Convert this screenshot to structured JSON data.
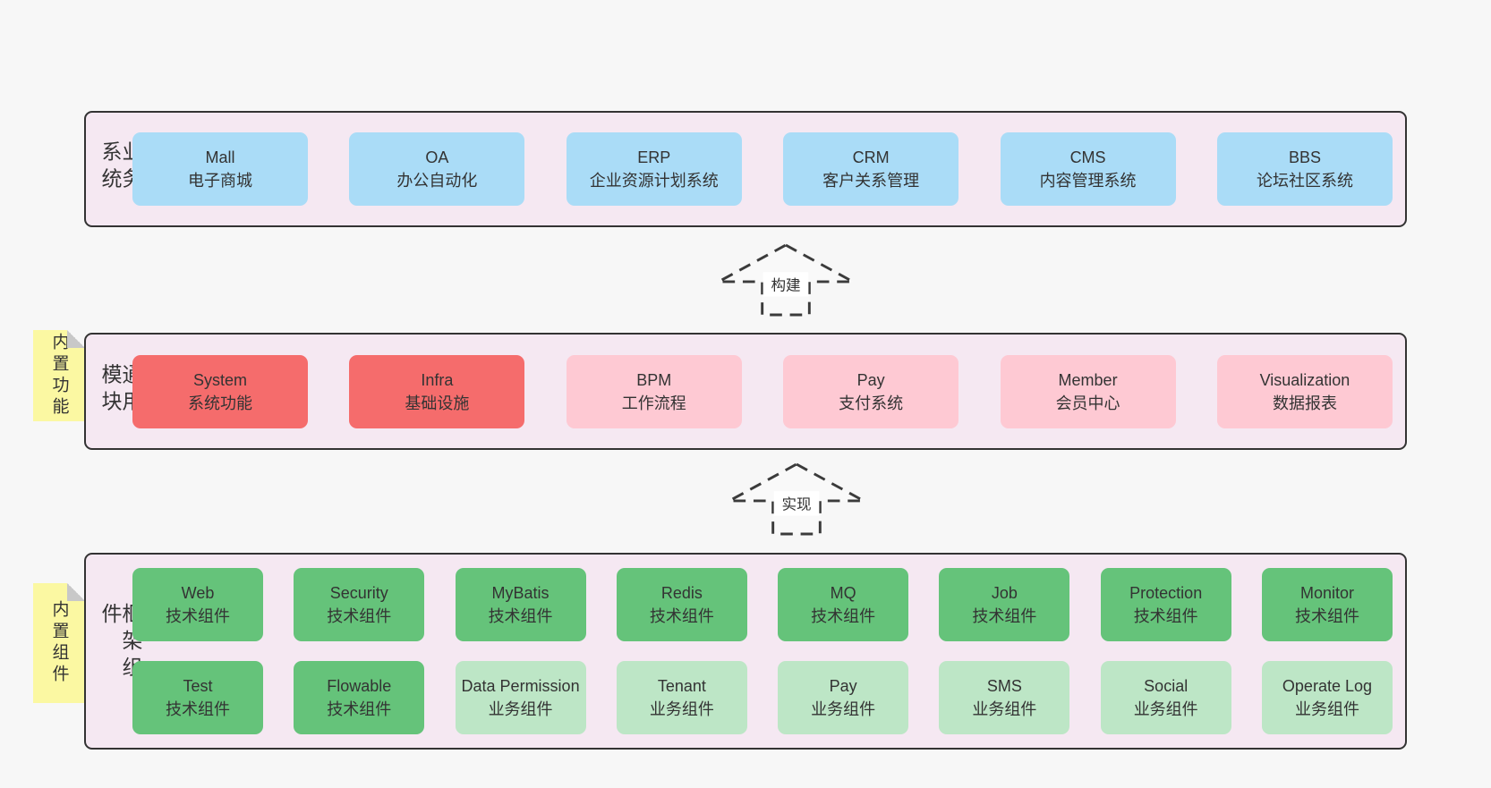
{
  "colors": {
    "page_bg": "#f7f7f7",
    "panel_bg": "#f5e8f2",
    "panel_border": "#333333",
    "blue": "#aadcf7",
    "red": "#f56c6c",
    "pink": "#fec9d3",
    "green": "#65c37a",
    "light_green": "#bde6c6",
    "note_yellow": "#fbf8a2",
    "text": "#333333"
  },
  "business": {
    "label": "业务系统",
    "items": [
      {
        "name": "Mall",
        "subtitle": "电子商城",
        "variant": "blue"
      },
      {
        "name": "OA",
        "subtitle": "办公自动化",
        "variant": "blue"
      },
      {
        "name": "ERP",
        "subtitle": "企业资源计划系统",
        "variant": "blue"
      },
      {
        "name": "CRM",
        "subtitle": "客户关系管理",
        "variant": "blue"
      },
      {
        "name": "CMS",
        "subtitle": "内容管理系统",
        "variant": "blue"
      },
      {
        "name": "BBS",
        "subtitle": "论坛社区系统",
        "variant": "blue"
      }
    ]
  },
  "arrows": {
    "build": "构建",
    "implement": "实现"
  },
  "modules": {
    "label": "通用模块",
    "note": "内置功能",
    "items": [
      {
        "name": "System",
        "subtitle": "系统功能",
        "variant": "red"
      },
      {
        "name": "Infra",
        "subtitle": "基础设施",
        "variant": "red"
      },
      {
        "name": "BPM",
        "subtitle": "工作流程",
        "variant": "pink"
      },
      {
        "name": "Pay",
        "subtitle": "支付系统",
        "variant": "pink"
      },
      {
        "name": "Member",
        "subtitle": "会员中心",
        "variant": "pink"
      },
      {
        "name": "Visualization",
        "subtitle": "数据报表",
        "variant": "pink"
      }
    ]
  },
  "components": {
    "label": "框架组件",
    "note": "内置组件",
    "row1": [
      {
        "name": "Web",
        "subtitle": "技术组件",
        "variant": "green"
      },
      {
        "name": "Security",
        "subtitle": "技术组件",
        "variant": "green"
      },
      {
        "name": "MyBatis",
        "subtitle": "技术组件",
        "variant": "green"
      },
      {
        "name": "Redis",
        "subtitle": "技术组件",
        "variant": "green"
      },
      {
        "name": "MQ",
        "subtitle": "技术组件",
        "variant": "green"
      },
      {
        "name": "Job",
        "subtitle": "技术组件",
        "variant": "green"
      },
      {
        "name": "Protection",
        "subtitle": "技术组件",
        "variant": "green"
      },
      {
        "name": "Monitor",
        "subtitle": "技术组件",
        "variant": "green"
      }
    ],
    "row2": [
      {
        "name": "Test",
        "subtitle": "技术组件",
        "variant": "green"
      },
      {
        "name": "Flowable",
        "subtitle": "技术组件",
        "variant": "green"
      },
      {
        "name": "Data Permission",
        "subtitle": "业务组件",
        "variant": "light-green"
      },
      {
        "name": "Tenant",
        "subtitle": "业务组件",
        "variant": "light-green"
      },
      {
        "name": "Pay",
        "subtitle": "业务组件",
        "variant": "light-green"
      },
      {
        "name": "SMS",
        "subtitle": "业务组件",
        "variant": "light-green"
      },
      {
        "name": "Social",
        "subtitle": "业务组件",
        "variant": "light-green"
      },
      {
        "name": "Operate Log",
        "subtitle": "业务组件",
        "variant": "light-green"
      }
    ]
  }
}
